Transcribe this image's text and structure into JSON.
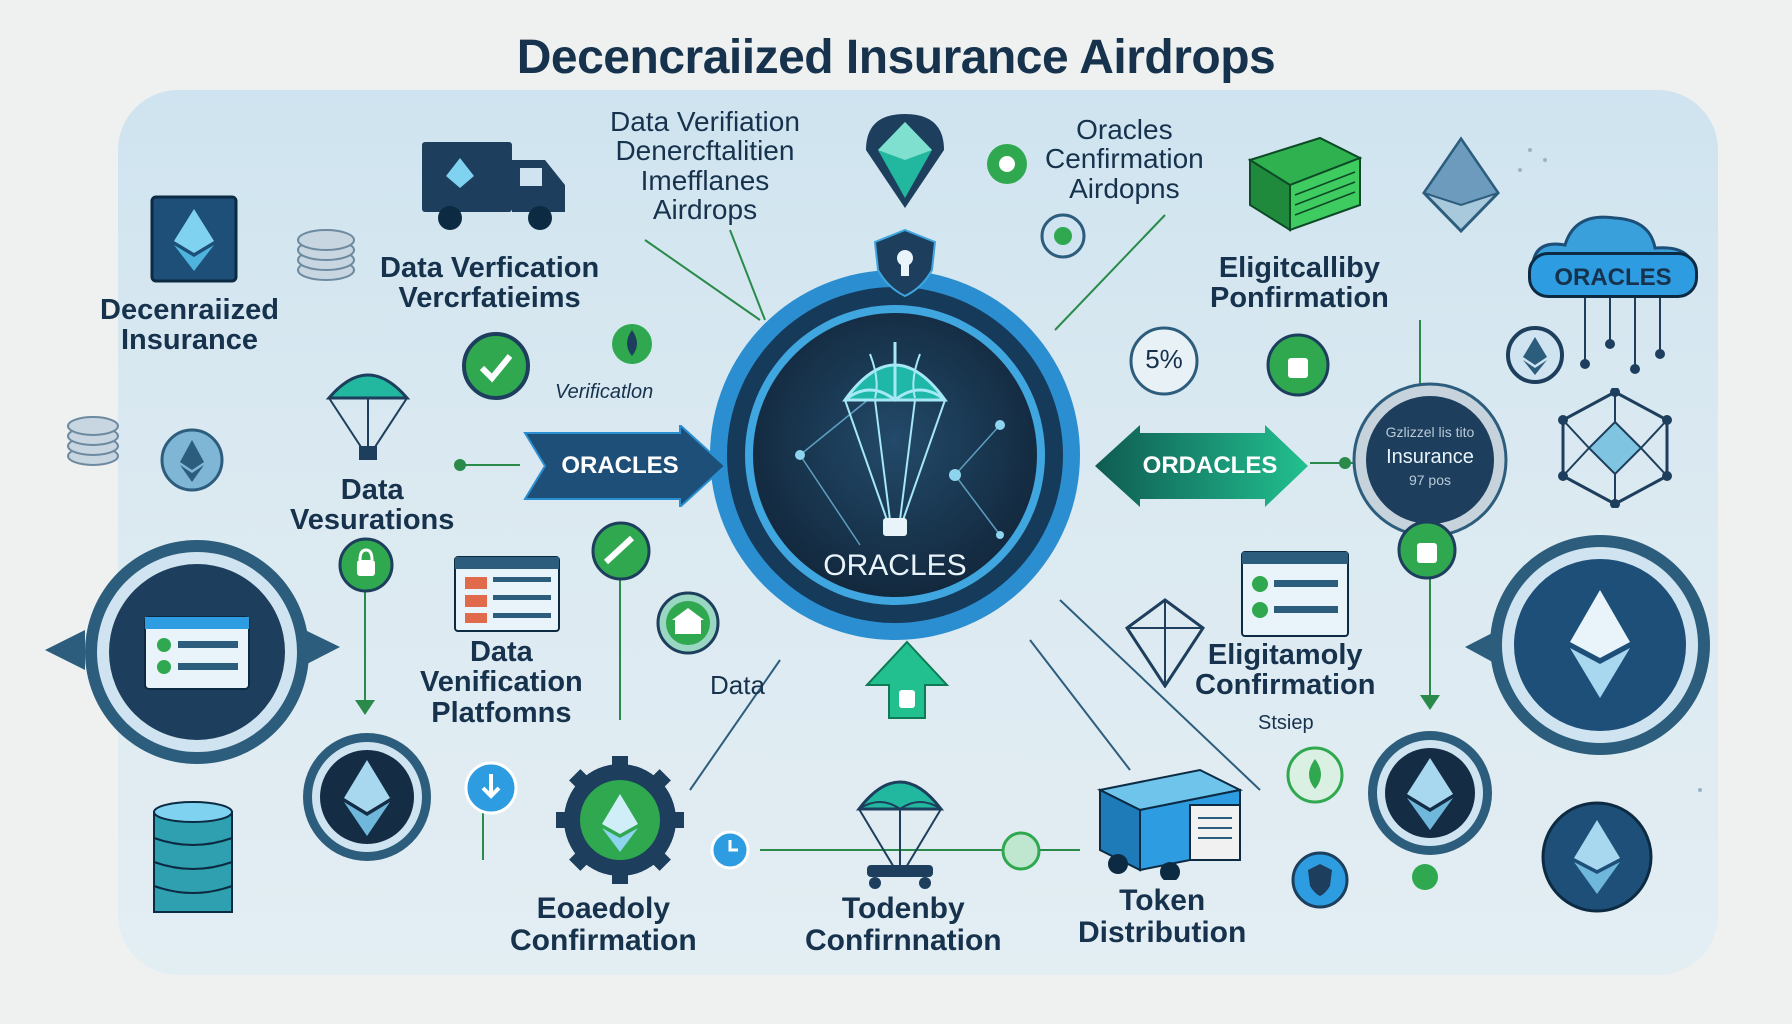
{
  "title": "Decencraiized Insurance Airdrops",
  "center": {
    "label": "ORACLES"
  },
  "arrows": {
    "left_label": "ORACLES",
    "right_label": "ORDACLES"
  },
  "cloud_label": "ORACLES",
  "seal": {
    "line1": "Gzlizzel lis tito",
    "line2": "Insurance",
    "line3": "97 pos"
  },
  "percent_badge": "5%",
  "labels": {
    "top_center": [
      "Data Verifiation",
      "Denercftalitien",
      "Imefflanes",
      "Airdrops"
    ],
    "top_right": [
      "Oracles",
      "Cenfirmation",
      "Airdopns"
    ],
    "data_verification": [
      "Data Verfication",
      "Vercrfatieims"
    ],
    "decentralized_insurance": [
      "Decenraiized",
      "Insurance"
    ],
    "verification_small": "Verificatlon",
    "eligibility_top": [
      "Eligitcalliby",
      "Ponfirmation"
    ],
    "data_vesurations": [
      "Data",
      "Vesurations"
    ],
    "data_platforms": [
      "Data",
      "Venification",
      "Platfomns"
    ],
    "data_small": "Data",
    "eligibility_bottom": [
      "Eligitamoly",
      "Confirmation"
    ],
    "steep": "Stsiep",
    "bottom_left": [
      "Eoaedoly",
      "Confirmation"
    ],
    "bottom_mid": [
      "Todenby",
      "Confirnnation"
    ],
    "bottom_right": [
      "Token",
      "Distribution"
    ]
  }
}
